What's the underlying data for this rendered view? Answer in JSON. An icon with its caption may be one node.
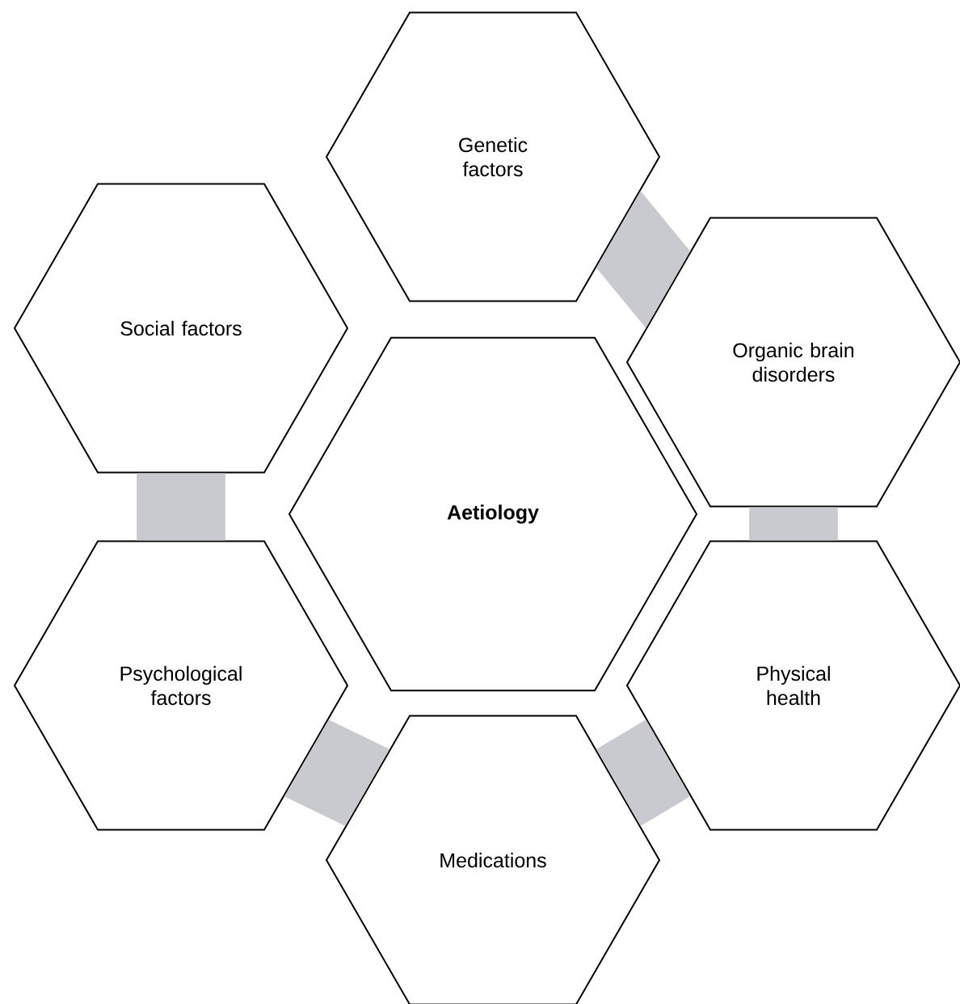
{
  "diagram": {
    "nodes": [
      {
        "text": [
          "Genetic factors"
        ]
      },
      {
        "text": [
          "Social factors"
        ]
      },
      {
        "text": [
          "Organic brain disorders"
        ]
      },
      {
        "text": [
          "Aetiology"
        ]
      },
      {
        "text": [
          "Psychological factors"
        ]
      },
      {
        "text": [
          "Physical health"
        ]
      },
      {
        "text": [
          "Medications"
        ]
      }
    ],
    "edges": [
      {
        "from": 0,
        "to": 2,
        "arrow": "none"
      },
      {
        "from": 1,
        "to": 4,
        "arrow": "none"
      },
      {
        "from": 2,
        "to": 5,
        "arrow": "none"
      },
      {
        "from": 4,
        "to": 6,
        "arrow": "none"
      },
      {
        "from": 6,
        "to": 5,
        "arrow": "none"
      }
    ]
  }
}
